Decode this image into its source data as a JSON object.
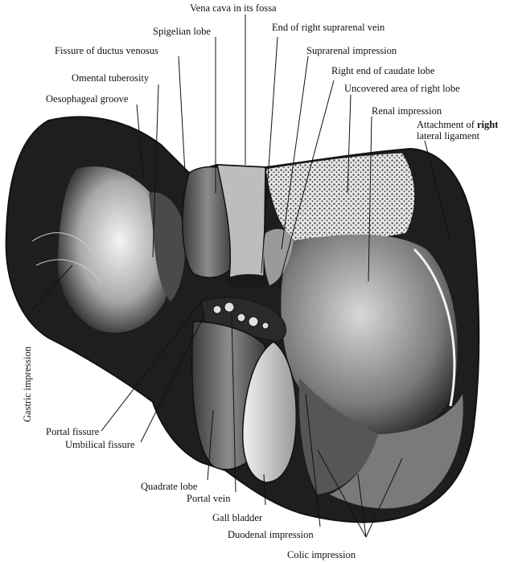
{
  "labels": {
    "vena_cava": "Vena cava in its fossa",
    "spigelian_lobe": "Spigelian lobe",
    "end_right_suprarenal_vein": "End of right suprarenal vein",
    "fissure_ductus_venosus": "Fissure of ductus venosus",
    "suprarenal_impression": "Suprarenal impression",
    "omental_tuberosity": "Omental tuberosity",
    "right_end_caudate_lobe": "Right end of caudate lobe",
    "uncovered_area": "Uncovered area of right lobe",
    "oesophageal_groove": "Oesophageal groove",
    "renal_impression": "Renal impression",
    "attachment_prefix": "Attachment of ",
    "attachment_bold": "right",
    "attachment_line2": "lateral ligament",
    "gastric_impression": "Gastric impression",
    "portal_fissure": "Portal fissure",
    "umbilical_fissure": "Umbilical fissure",
    "quadrate_lobe": "Quadrate lobe",
    "portal_vein": "Portal vein",
    "gall_bladder": "Gall bladder",
    "duodenal_impression": "Duodenal impression",
    "colic_impression": "Colic impression"
  },
  "colors": {
    "ink": "#111111",
    "dark_tissue": "#1e1e1e",
    "mid_tissue": "#5a5a5a",
    "light_tissue": "#c9c9c9",
    "paper": "#ffffff"
  }
}
